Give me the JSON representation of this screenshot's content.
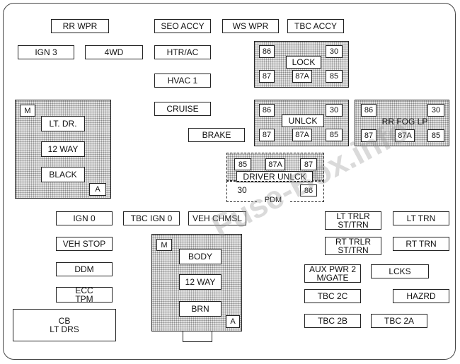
{
  "fuses": {
    "rr_wpr": "RR WPR",
    "seo_accy": "SEO ACCY",
    "ws_wpr": "WS WPR",
    "tbc_accy": "TBC ACCY",
    "ign3": "IGN 3",
    "fwd4": "4WD",
    "htr_ac": "HTR/AC",
    "hvac1": "HVAC 1",
    "cruise": "CRUISE",
    "brake": "BRAKE",
    "ign0": "IGN 0",
    "tbc_ign0": "TBC IGN 0",
    "veh_chmsl": "VEH CHMSL",
    "veh_stop": "VEH STOP",
    "ddm": "DDM",
    "ecc_tpm_1": "ECC",
    "ecc_tpm_2": "TPM",
    "cb_1": "CB",
    "cb_2": "LT DRS",
    "lt_trlr_1": "LT TRLR",
    "lt_trlr_2": "ST/TRN",
    "lt_trn": "LT TRN",
    "rt_trlr_1": "RT TRLR",
    "rt_trlr_2": "ST/TRN",
    "rt_trn": "RT TRN",
    "aux_pwr_1": "AUX PWR 2",
    "aux_pwr_2": "M/GATE",
    "lcks": "LCKS",
    "tbc2c": "TBC 2C",
    "hazrd": "HAZRD",
    "tbc2b": "TBC 2B",
    "tbc2a": "TBC 2A"
  },
  "lt_dr_module": {
    "m": "M",
    "a": "A",
    "lt_dr": "LT. DR.",
    "way": "12 WAY",
    "black": "BLACK"
  },
  "body_module": {
    "m": "M",
    "a": "A",
    "body": "BODY",
    "way": "12 WAY",
    "brn": "BRN"
  },
  "lock_relay": {
    "name": "LOCK",
    "p86": "86",
    "p30": "30",
    "p87": "87",
    "p87a": "87A",
    "p85": "85"
  },
  "unlck_relay": {
    "name": "UNLCK",
    "p86": "86",
    "p30": "30",
    "p87": "87",
    "p87a": "87A",
    "p85": "85"
  },
  "rr_fog_relay": {
    "name": "RR FOG LP",
    "p86": "86",
    "p30": "30",
    "p87": "87",
    "p87a": "87A",
    "p85": "85"
  },
  "driver_unlck_relay": {
    "name": "DRIVER UNLCK",
    "p85": "85",
    "p87a": "87A",
    "p87": "87",
    "p30": "30",
    "p86": "86",
    "pdm": "PDM"
  },
  "watermark": "Fuse-Box.info"
}
